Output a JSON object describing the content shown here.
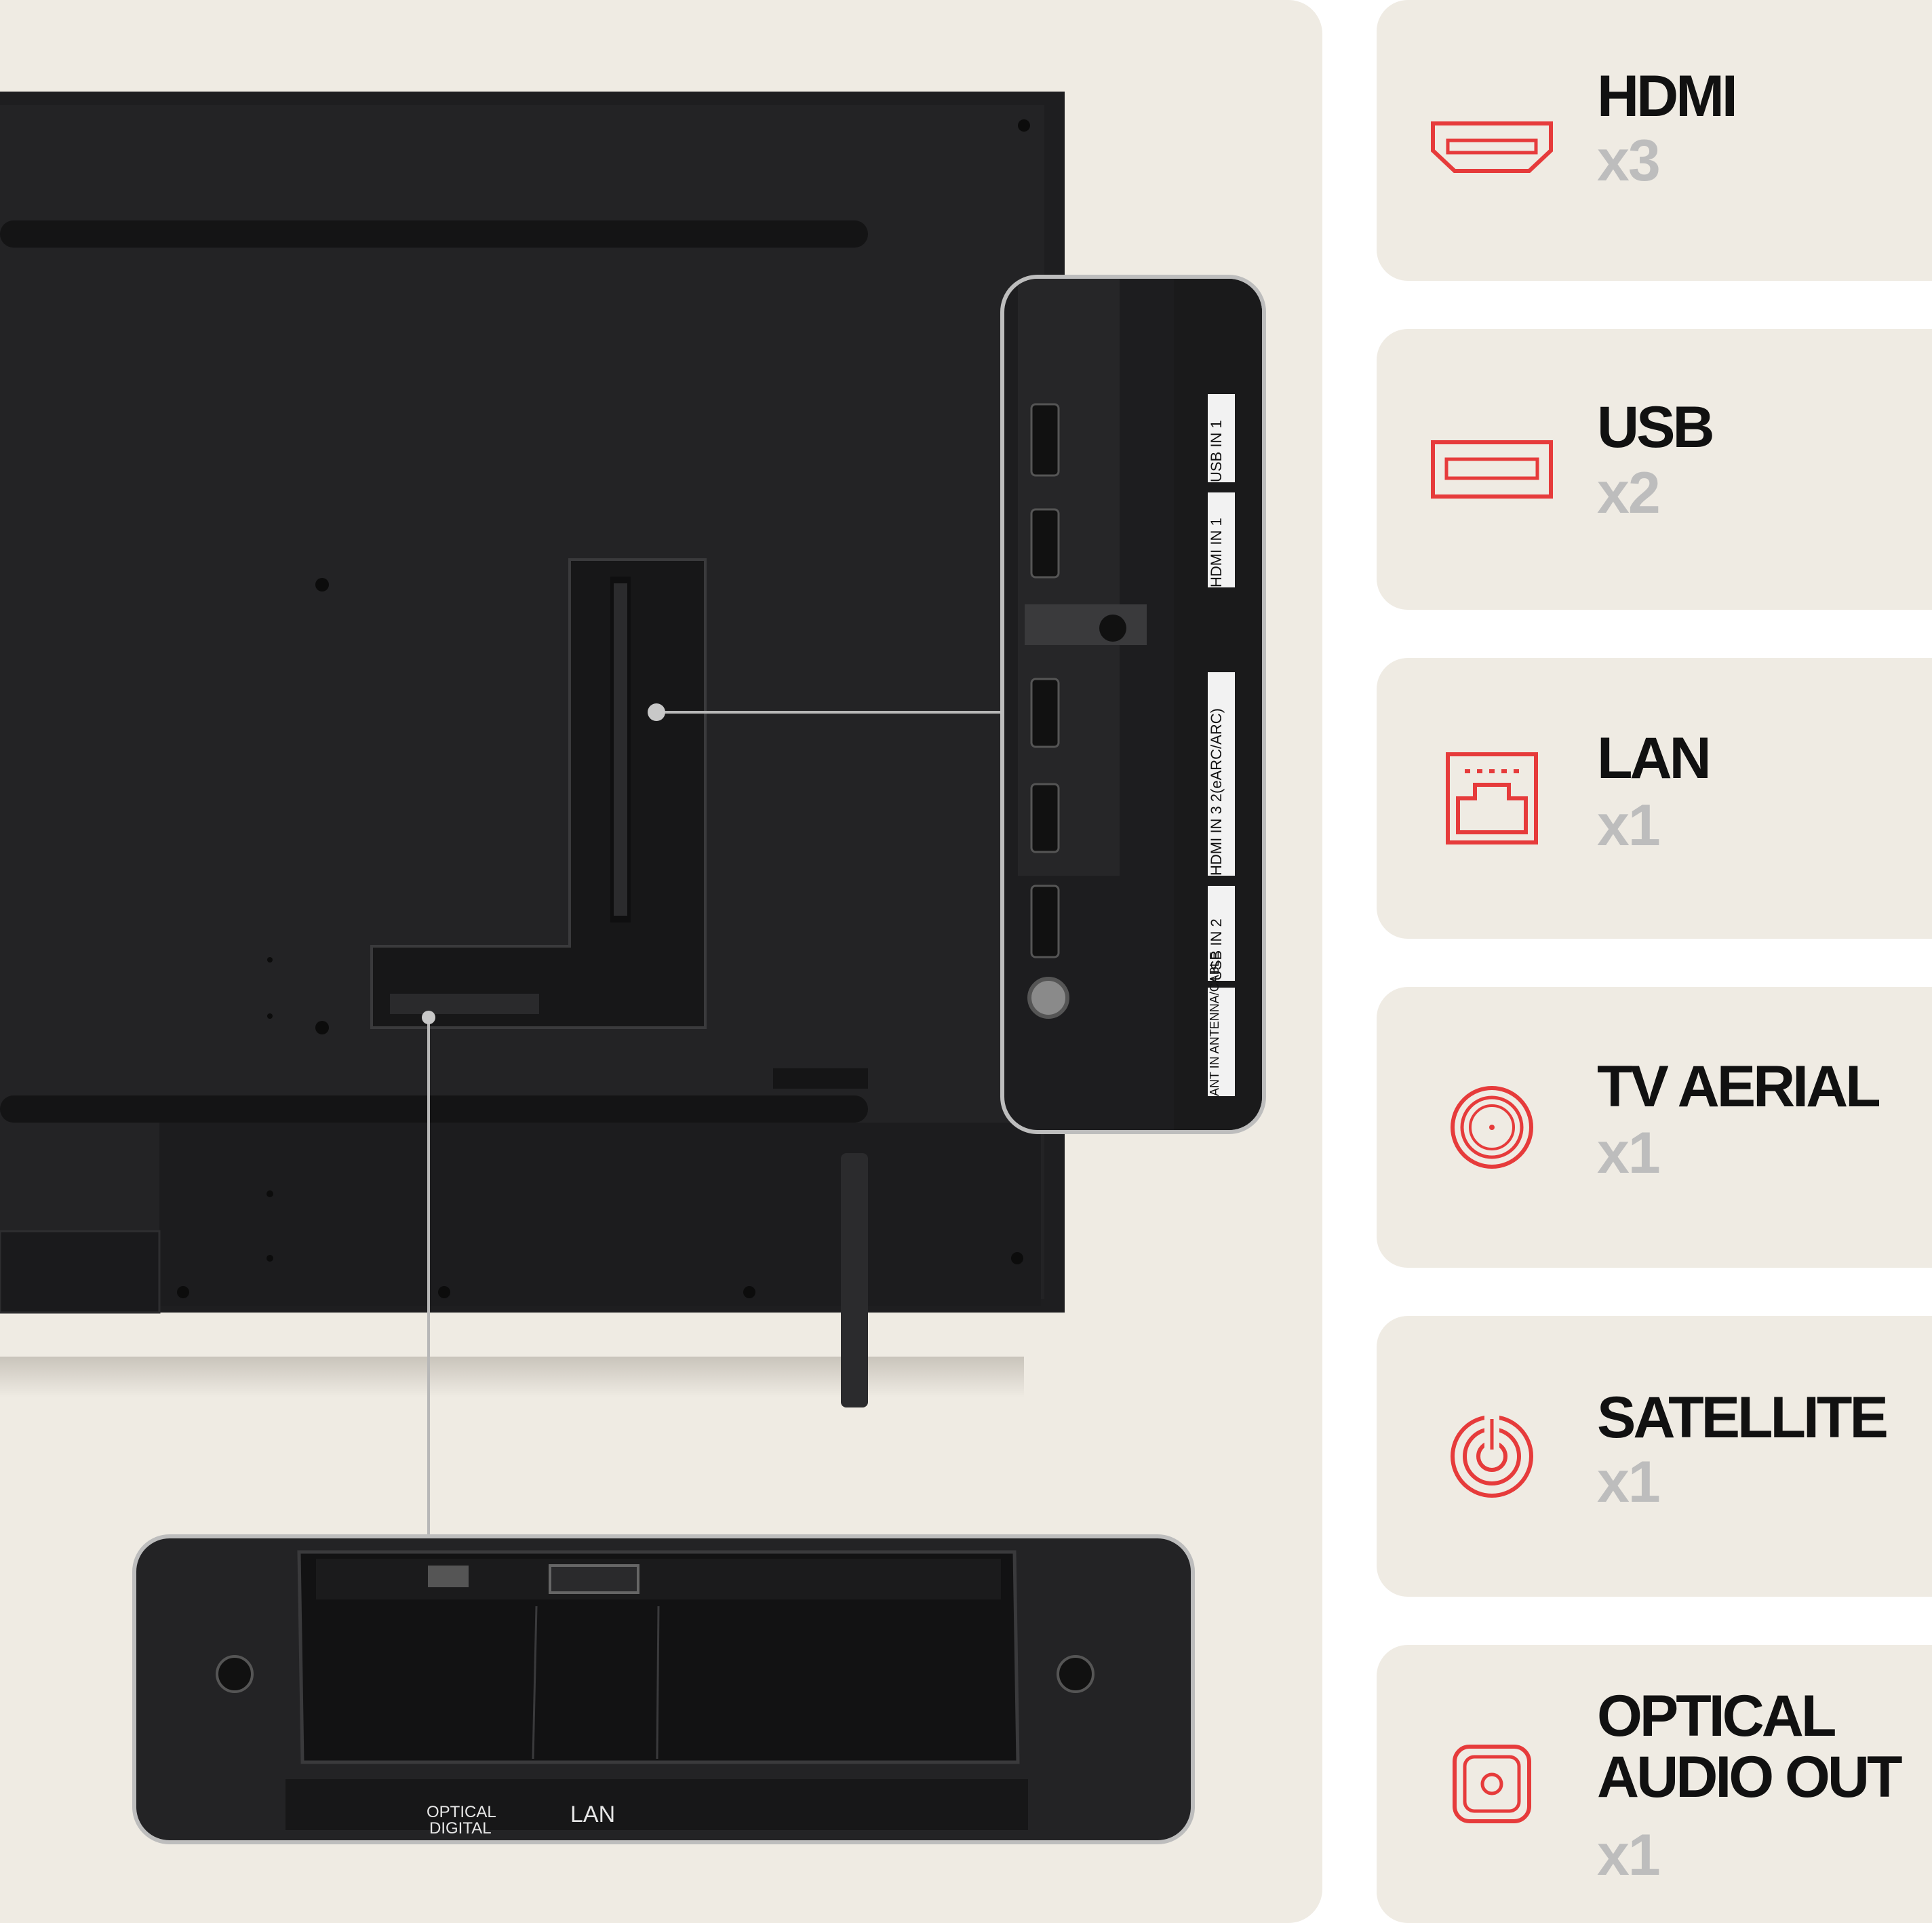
{
  "ports": [
    {
      "name": "HDMI",
      "count": "x3",
      "icon": "hdmi-icon"
    },
    {
      "name": "USB",
      "count": "x2",
      "icon": "usb-icon"
    },
    {
      "name": "LAN",
      "count": "x1",
      "icon": "lan-icon"
    },
    {
      "name": "TV AERIAL",
      "count": "x1",
      "icon": "aerial-icon"
    },
    {
      "name": "SATELLITE",
      "count": "x1",
      "icon": "satellite-icon"
    },
    {
      "name": "OPTICAL AUDIO OUT",
      "count": "x1",
      "icon": "optical-icon"
    }
  ],
  "side_labels": {
    "usb1": "USB IN 1",
    "hdmi1": "HDMI IN 1",
    "hdmi23": "HDMI IN 3   2(eARC/ARC)",
    "usb2": "USB IN 2",
    "ant": "ANT IN   ANTENNA/CABLE"
  },
  "bottom_labels": {
    "optical_1": "OPTICAL",
    "optical_2": "DIGITAL",
    "lan": "LAN"
  },
  "colors": {
    "accent": "#e63b3b",
    "card_bg": "#efebe3",
    "tv_body": "#1f1f21"
  }
}
